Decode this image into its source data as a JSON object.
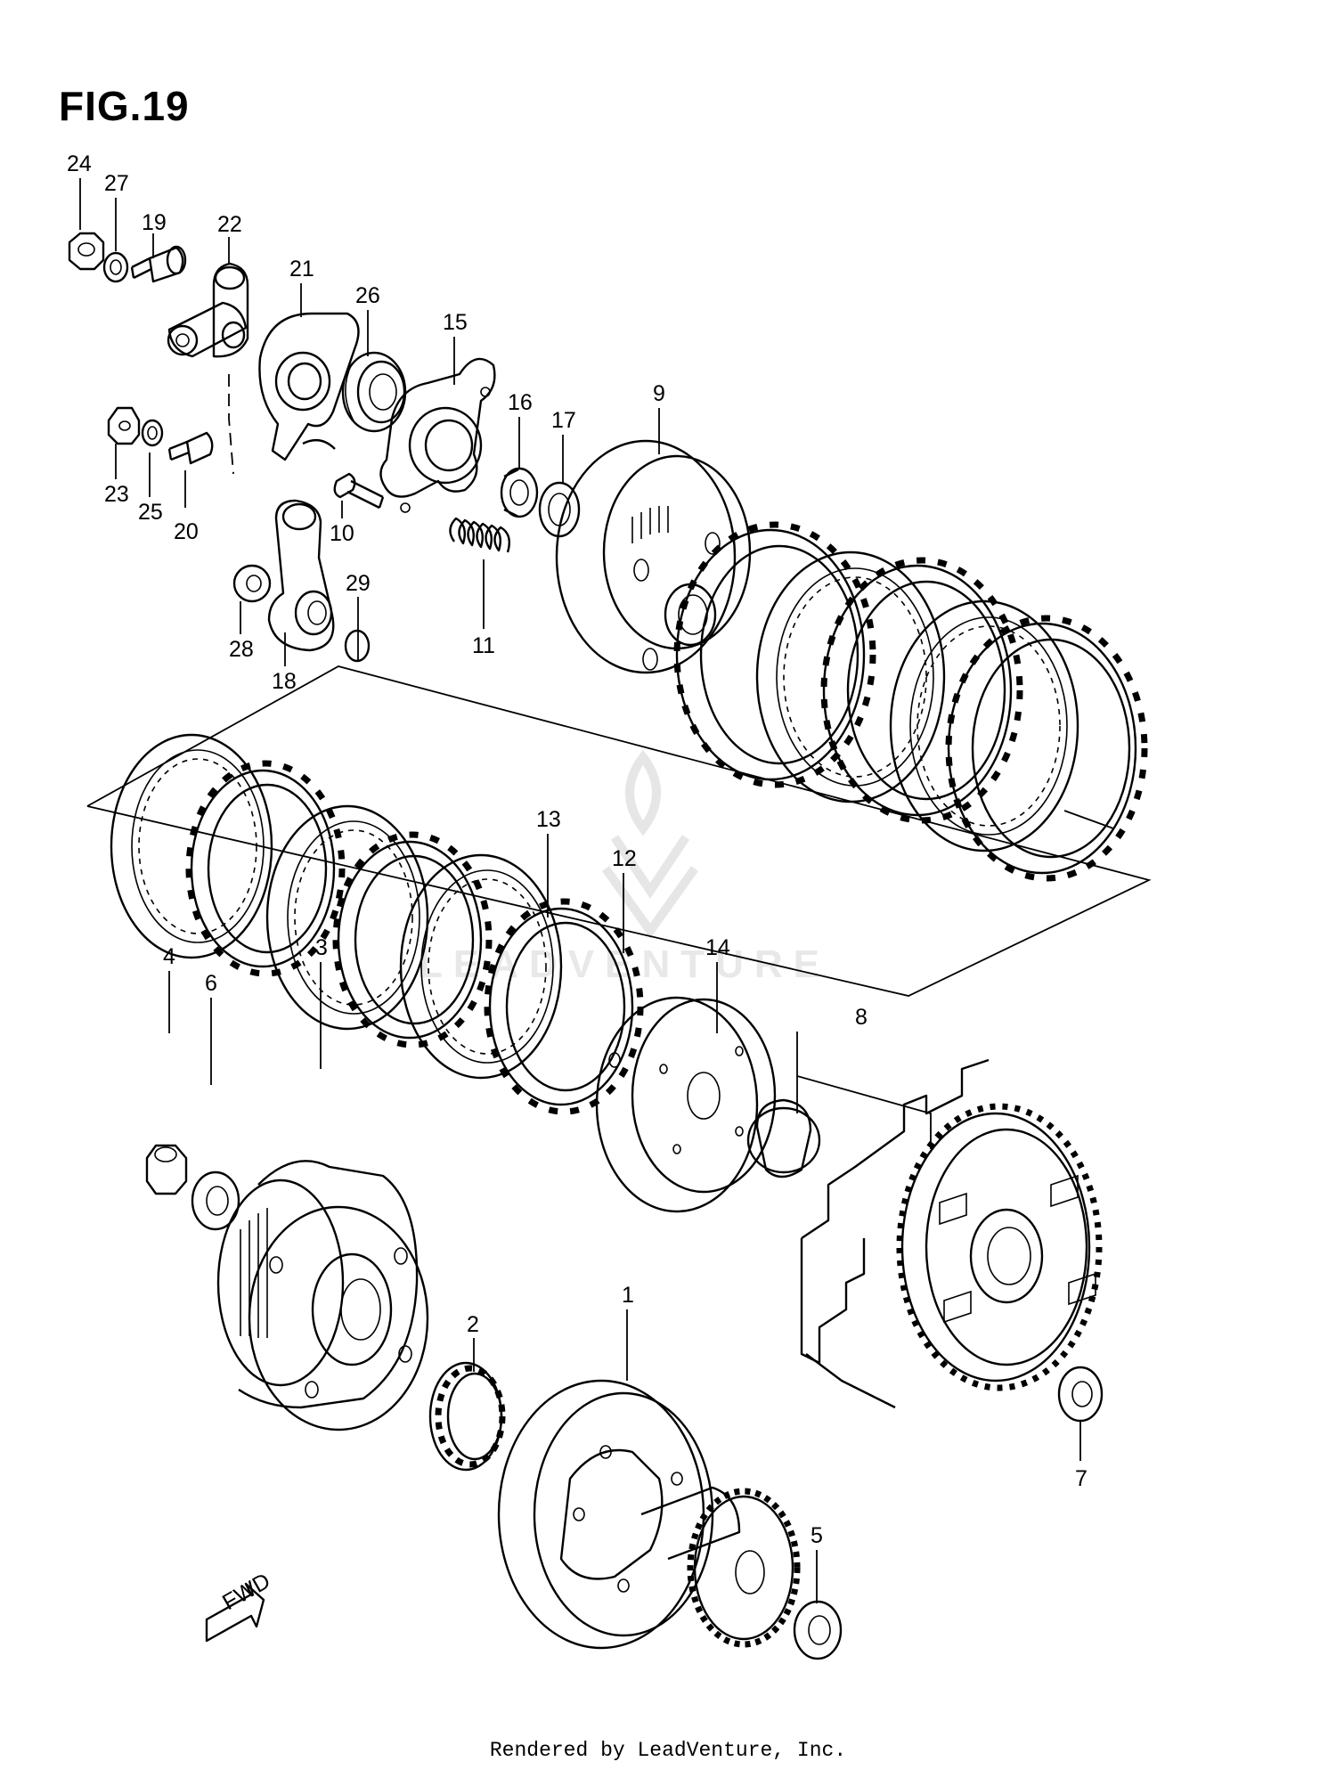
{
  "figure": {
    "title": "FIG.19",
    "watermark_text": "LEADVENTURE",
    "fwd_label": "FWD",
    "footer": "Rendered by LeadVenture, Inc."
  },
  "callouts": [
    {
      "id": "1",
      "label": "1"
    },
    {
      "id": "2",
      "label": "2"
    },
    {
      "id": "3",
      "label": "3"
    },
    {
      "id": "4",
      "label": "4"
    },
    {
      "id": "5",
      "label": "5"
    },
    {
      "id": "6",
      "label": "6"
    },
    {
      "id": "7",
      "label": "7"
    },
    {
      "id": "8",
      "label": "8"
    },
    {
      "id": "9",
      "label": "9"
    },
    {
      "id": "10",
      "label": "10"
    },
    {
      "id": "11",
      "label": "11"
    },
    {
      "id": "12",
      "label": "12"
    },
    {
      "id": "13",
      "label": "13"
    },
    {
      "id": "14",
      "label": "14"
    },
    {
      "id": "15",
      "label": "15"
    },
    {
      "id": "16",
      "label": "16"
    },
    {
      "id": "17",
      "label": "17"
    },
    {
      "id": "18",
      "label": "18"
    },
    {
      "id": "19",
      "label": "19"
    },
    {
      "id": "20",
      "label": "20"
    },
    {
      "id": "21",
      "label": "21"
    },
    {
      "id": "22",
      "label": "22"
    },
    {
      "id": "23",
      "label": "23"
    },
    {
      "id": "24",
      "label": "24"
    },
    {
      "id": "25",
      "label": "25"
    },
    {
      "id": "26",
      "label": "26"
    },
    {
      "id": "27",
      "label": "27"
    },
    {
      "id": "28",
      "label": "28"
    },
    {
      "id": "29",
      "label": "29"
    }
  ]
}
